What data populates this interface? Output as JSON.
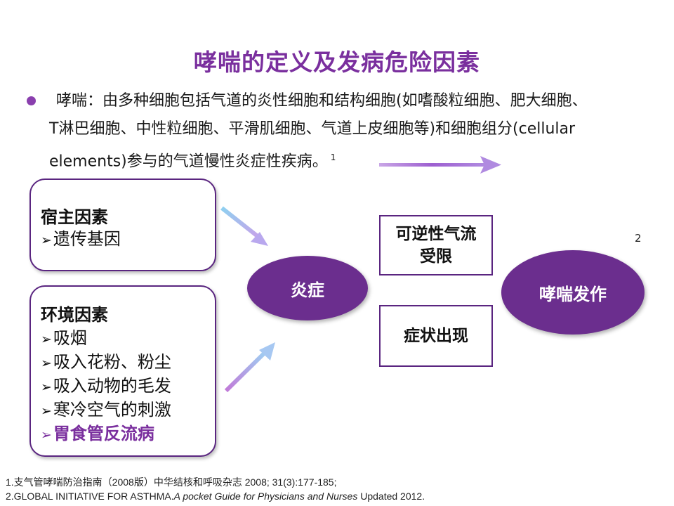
{
  "title": "哮喘的定义及发病危险因素",
  "definition": {
    "line1": "哮喘：由多种细胞包括气道的炎性细胞和结构细胞(如嗜酸粒细胞、肥大细胞、",
    "line2": "T淋巴细胞、中性粒细胞、平滑肌细胞、气道上皮细胞等)和细胞组分(cellular",
    "line3": "elements)参与的气道慢性炎症性疾病。",
    "ref": "1"
  },
  "host_factors": {
    "heading": "宿主因素",
    "items": [
      "遗传基因"
    ]
  },
  "env_factors": {
    "heading": "环境因素",
    "items": [
      "吸烟",
      "吸入花粉、粉尘",
      "吸入动物的毛发",
      "寒冷空气的刺激"
    ],
    "highlight_item": "胃食管反流病"
  },
  "marker": "➢",
  "inflammation": "炎症",
  "reversible": {
    "line1": "可逆性气流",
    "line2": "受限"
  },
  "symptoms": "症状出现",
  "attack": "哮喘发作",
  "ref2": "2",
  "references": {
    "ref1": "1.支气管哮喘防治指南（2008版）中华结核和呼吸杂志 2008; 31(3):177-185;",
    "ref2_pre": "2.GLOBAL INITIATIVE FOR  ASTHMA.",
    "ref2_italic": "A pocket Guide for Physicians and Nurses",
    "ref2_post": " Updated 2012."
  },
  "colors": {
    "accent": "#7a2f9e",
    "ellipse_fill": "#6b2e8e",
    "border": "#5a2580"
  }
}
